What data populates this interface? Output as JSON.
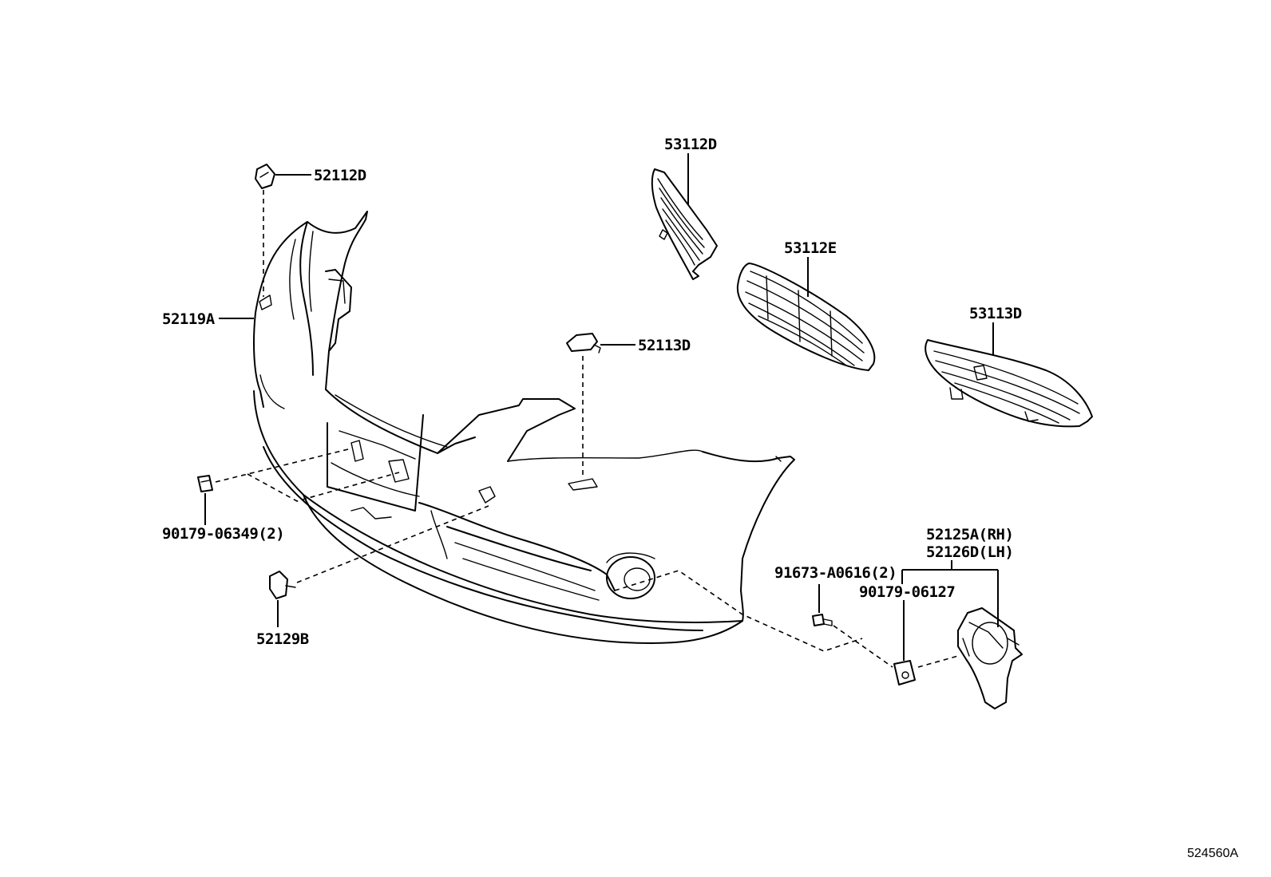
{
  "parts": {
    "p52112D": "52112D",
    "p52119A": "52119A",
    "p52113D": "52113D",
    "p53112D": "53112D",
    "p53112E": "53112E",
    "p53113D": "53113D",
    "p90179_06349": "90179-06349(2)",
    "p52129B": "52129B",
    "p91673": "91673-A0616(2)",
    "p52125A": "52125A(RH)",
    "p52126D": "52126D(LH)",
    "p90179_06127": "90179-06127"
  },
  "figure_code": "524560A"
}
